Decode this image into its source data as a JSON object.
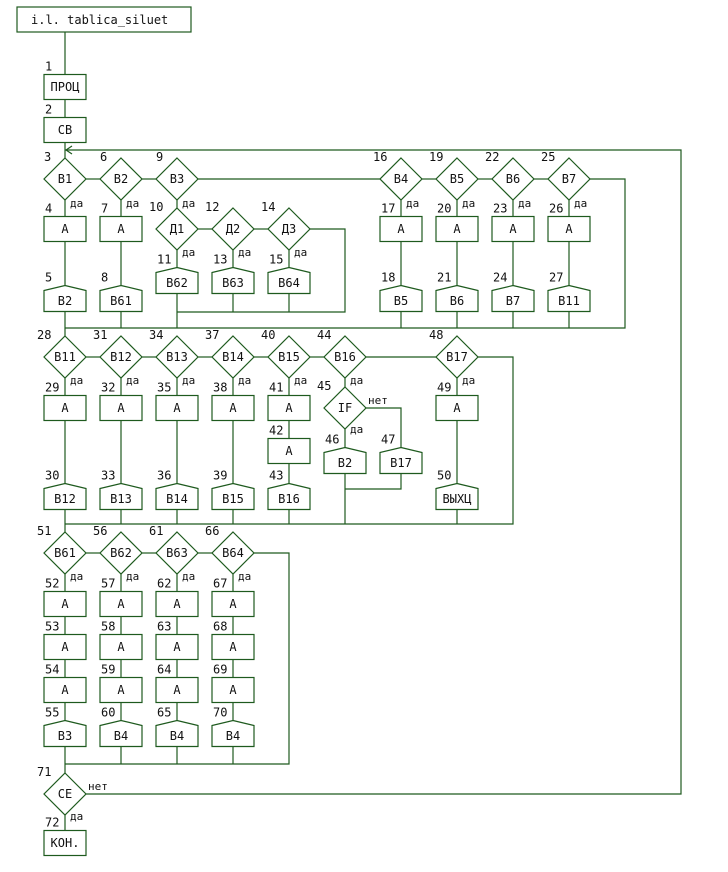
{
  "title": "i.l. tablica_siluet",
  "colors": {
    "line": "#1e5a1e",
    "text": "#111111",
    "background": "#ffffff"
  },
  "edge_labels": {
    "yes": "да",
    "no": "нет"
  },
  "nodes": [
    {
      "id": 1,
      "type": "process",
      "label": "ПРОЦ"
    },
    {
      "id": 2,
      "type": "process",
      "label": "СВ"
    },
    {
      "id": 3,
      "type": "decision",
      "label": "В1"
    },
    {
      "id": 4,
      "type": "process",
      "label": "А"
    },
    {
      "id": 5,
      "type": "connector",
      "label": "В2"
    },
    {
      "id": 6,
      "type": "decision",
      "label": "В2"
    },
    {
      "id": 7,
      "type": "process",
      "label": "А"
    },
    {
      "id": 8,
      "type": "connector",
      "label": "В61"
    },
    {
      "id": 9,
      "type": "decision",
      "label": "В3"
    },
    {
      "id": 10,
      "type": "decision",
      "label": "Д1"
    },
    {
      "id": 11,
      "type": "connector",
      "label": "В62"
    },
    {
      "id": 12,
      "type": "decision",
      "label": "Д2"
    },
    {
      "id": 13,
      "type": "connector",
      "label": "В63"
    },
    {
      "id": 14,
      "type": "decision",
      "label": "Д3"
    },
    {
      "id": 15,
      "type": "connector",
      "label": "В64"
    },
    {
      "id": 16,
      "type": "decision",
      "label": "В4"
    },
    {
      "id": 17,
      "type": "process",
      "label": "А"
    },
    {
      "id": 18,
      "type": "connector",
      "label": "В5"
    },
    {
      "id": 19,
      "type": "decision",
      "label": "В5"
    },
    {
      "id": 20,
      "type": "process",
      "label": "А"
    },
    {
      "id": 21,
      "type": "connector",
      "label": "В6"
    },
    {
      "id": 22,
      "type": "decision",
      "label": "В6"
    },
    {
      "id": 23,
      "type": "process",
      "label": "А"
    },
    {
      "id": 24,
      "type": "connector",
      "label": "В7"
    },
    {
      "id": 25,
      "type": "decision",
      "label": "В7"
    },
    {
      "id": 26,
      "type": "process",
      "label": "А"
    },
    {
      "id": 27,
      "type": "connector",
      "label": "В11"
    },
    {
      "id": 28,
      "type": "decision",
      "label": "В11"
    },
    {
      "id": 29,
      "type": "process",
      "label": "А"
    },
    {
      "id": 30,
      "type": "connector",
      "label": "В12"
    },
    {
      "id": 31,
      "type": "decision",
      "label": "В12"
    },
    {
      "id": 32,
      "type": "process",
      "label": "А"
    },
    {
      "id": 33,
      "type": "connector",
      "label": "В13"
    },
    {
      "id": 34,
      "type": "decision",
      "label": "В13"
    },
    {
      "id": 35,
      "type": "process",
      "label": "А"
    },
    {
      "id": 36,
      "type": "connector",
      "label": "В14"
    },
    {
      "id": 37,
      "type": "decision",
      "label": "В14"
    },
    {
      "id": 38,
      "type": "process",
      "label": "А"
    },
    {
      "id": 39,
      "type": "connector",
      "label": "В15"
    },
    {
      "id": 40,
      "type": "decision",
      "label": "В15"
    },
    {
      "id": 41,
      "type": "process",
      "label": "А"
    },
    {
      "id": 42,
      "type": "process",
      "label": "А"
    },
    {
      "id": 43,
      "type": "connector",
      "label": "В16"
    },
    {
      "id": 44,
      "type": "decision",
      "label": "В16"
    },
    {
      "id": 45,
      "type": "decision",
      "label": "IF"
    },
    {
      "id": 46,
      "type": "connector",
      "label": "В2"
    },
    {
      "id": 47,
      "type": "connector",
      "label": "В17"
    },
    {
      "id": 48,
      "type": "decision",
      "label": "В17"
    },
    {
      "id": 49,
      "type": "process",
      "label": "А"
    },
    {
      "id": 50,
      "type": "connector",
      "label": "ВЫХЦ"
    },
    {
      "id": 51,
      "type": "decision",
      "label": "В61"
    },
    {
      "id": 52,
      "type": "process",
      "label": "А"
    },
    {
      "id": 53,
      "type": "process",
      "label": "А"
    },
    {
      "id": 54,
      "type": "process",
      "label": "А"
    },
    {
      "id": 55,
      "type": "connector",
      "label": "В3"
    },
    {
      "id": 56,
      "type": "decision",
      "label": "В62"
    },
    {
      "id": 57,
      "type": "process",
      "label": "А"
    },
    {
      "id": 58,
      "type": "process",
      "label": "А"
    },
    {
      "id": 59,
      "type": "process",
      "label": "А"
    },
    {
      "id": 60,
      "type": "connector",
      "label": "В4"
    },
    {
      "id": 61,
      "type": "decision",
      "label": "В63"
    },
    {
      "id": 62,
      "type": "process",
      "label": "А"
    },
    {
      "id": 63,
      "type": "process",
      "label": "А"
    },
    {
      "id": 64,
      "type": "process",
      "label": "А"
    },
    {
      "id": 65,
      "type": "connector",
      "label": "В4"
    },
    {
      "id": 66,
      "type": "decision",
      "label": "В64"
    },
    {
      "id": 67,
      "type": "process",
      "label": "А"
    },
    {
      "id": 68,
      "type": "process",
      "label": "А"
    },
    {
      "id": 69,
      "type": "process",
      "label": "А"
    },
    {
      "id": 70,
      "type": "connector",
      "label": "В4"
    },
    {
      "id": 71,
      "type": "decision",
      "label": "СЕ"
    },
    {
      "id": 72,
      "type": "process",
      "label": "КОН."
    }
  ]
}
